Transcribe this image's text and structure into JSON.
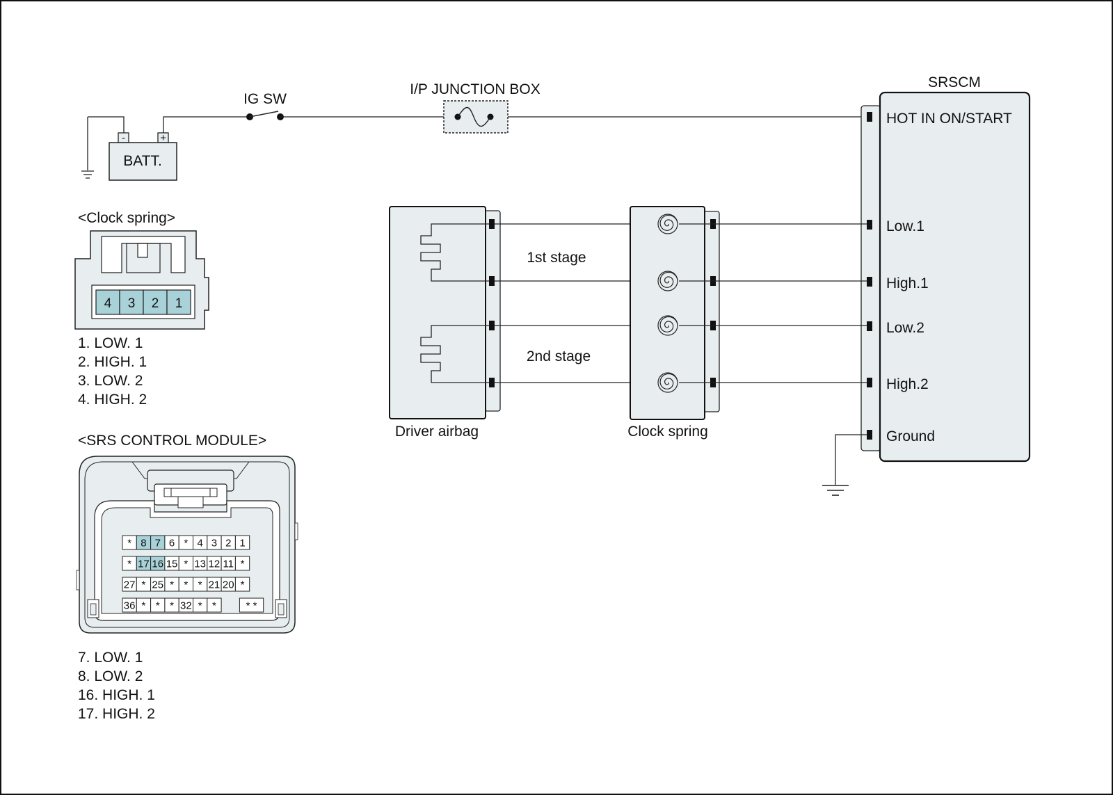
{
  "colors": {
    "box_fill": "#e8eef0",
    "pin_highlight": "#a8d1d8",
    "line": "#222222",
    "border": "#111111"
  },
  "power": {
    "battery_label": "BATT.",
    "battery_minus": "-",
    "battery_plus": "+",
    "ig_switch_label": "IG SW",
    "junction_box_label": "I/P JUNCTION BOX"
  },
  "srscm": {
    "title": "SRSCM",
    "pins": [
      "HOT IN ON/START",
      "Low.1",
      "High.1",
      "Low.2",
      "High.2",
      "Ground"
    ]
  },
  "components": {
    "driver_airbag": "Driver airbag",
    "clock_spring": "Clock spring",
    "stage1": "1st stage",
    "stage2": "2nd stage"
  },
  "clock_spring_connector": {
    "title": "<Clock spring>",
    "pins": [
      "4",
      "3",
      "2",
      "1"
    ],
    "highlighted": [
      "4",
      "3",
      "2",
      "1"
    ],
    "legend": [
      "1. LOW. 1",
      "2. HIGH. 1",
      "3. LOW. 2",
      "4. HIGH. 2"
    ]
  },
  "srs_control_module_connector": {
    "title": "<SRS CONTROL MODULE>",
    "rows": [
      [
        "*",
        "8",
        "7",
        "6",
        "*",
        "4",
        "3",
        "2",
        "1"
      ],
      [
        "*",
        "17",
        "16",
        "15",
        "*",
        "13",
        "12",
        "11",
        "*"
      ],
      [
        "27",
        "*",
        "25",
        "*",
        "*",
        "*",
        "21",
        "20",
        "*"
      ],
      [
        "36",
        "*",
        "*",
        "*",
        "32",
        "*",
        "*",
        "",
        "* *"
      ]
    ],
    "highlighted": [
      "8",
      "7",
      "17",
      "16"
    ],
    "legend": [
      "7. LOW. 1",
      "8. LOW. 2",
      "16. HIGH. 1",
      "17. HIGH. 2"
    ]
  }
}
